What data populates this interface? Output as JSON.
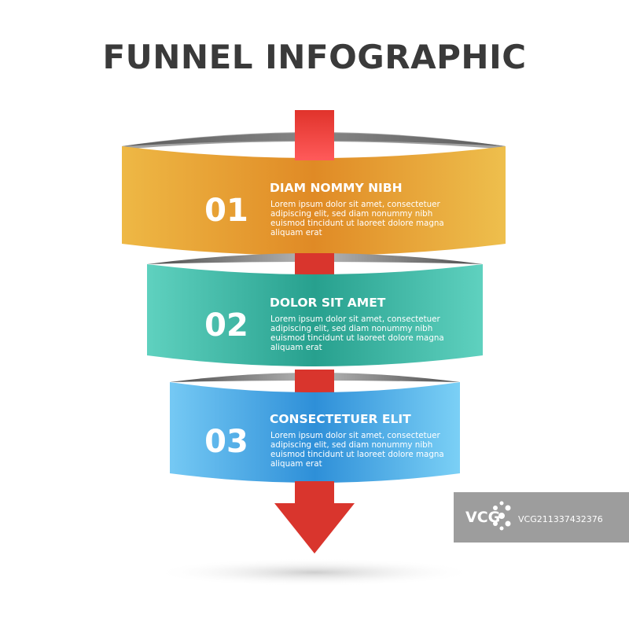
{
  "title": "FUNNEL INFOGRAPHIC",
  "steps": [
    {
      "number": "01",
      "heading": "DIAM NOMMY NIBH",
      "lines": [
        "Lorem ipsum dolor sit amet, consectetuer",
        "adipiscing elit, sed diam nonummy nibh",
        "euismod tincidunt ut laoreet dolore magna",
        "aliquam erat"
      ],
      "color": "#e9a733"
    },
    {
      "number": "02",
      "heading": "DOLOR SIT AMET",
      "lines": [
        "Lorem ipsum dolor sit amet, consectetuer",
        "adipiscing elit, sed diam nonummy nibh",
        "euismod tincidunt ut laoreet dolore magna",
        "aliquam erat"
      ],
      "color": "#3dbaa6"
    },
    {
      "number": "03",
      "heading": "CONSECTETUER ELIT",
      "lines": [
        "Lorem ipsum dolor sit amet, consectetuer",
        "adipiscing elit, sed diam nonummy nibh",
        "euismod tincidunt ut laoreet dolore magna",
        "aliquam erat"
      ],
      "color": "#4aaee6"
    }
  ],
  "arrow_color": "#e03a2f",
  "watermark": {
    "logo": "VCG",
    "text": "VCG211337432376"
  }
}
